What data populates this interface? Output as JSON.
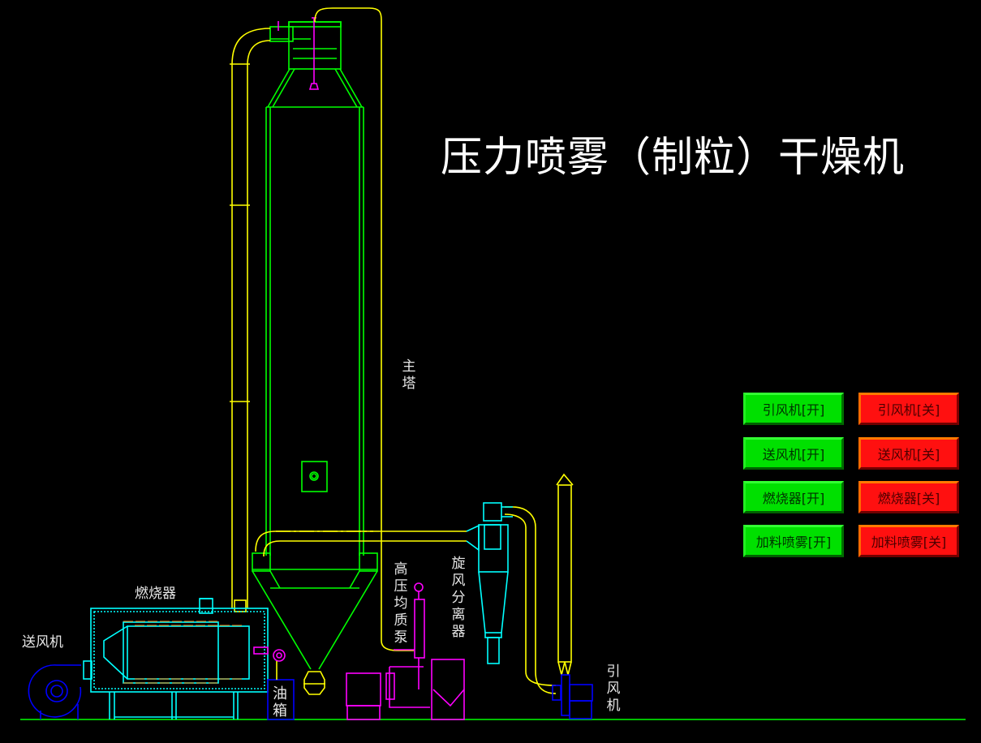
{
  "title": "压力喷雾（制粒）干燥机",
  "labels": {
    "main_tower": "主塔",
    "burner": "燃烧器",
    "supply_fan": "送风机",
    "oil_tank": "油箱",
    "hp_homogenizer_pump": "高压均质泵",
    "cyclone_separator": "旋风分离器",
    "induced_draft_fan": "引风机"
  },
  "controls": [
    {
      "name": "induced-draft-fan",
      "on_label": "引风机[开]",
      "off_label": "引风机[关]"
    },
    {
      "name": "supply-fan",
      "on_label": "送风机[开]",
      "off_label": "送风机[关]"
    },
    {
      "name": "burner",
      "on_label": "燃烧器[开]",
      "off_label": "燃烧器[关]"
    },
    {
      "name": "feed-spray",
      "on_label": "加料喷雾[开]",
      "off_label": "加料喷雾[关]"
    }
  ],
  "colors": {
    "background": "#000000",
    "tower": "#00ff00",
    "duct": "#ffff00",
    "burner_body": "#00ffff",
    "pump": "#ff00ff",
    "fan": "#0000ff",
    "heater_elements": "#ff8000",
    "on_button": "#00e000",
    "off_button": "#ff1010"
  }
}
